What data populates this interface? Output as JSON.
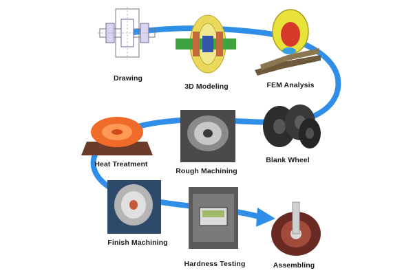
{
  "process": {
    "steps": [
      {
        "label": "Drawing"
      },
      {
        "label": "3D Modeling"
      },
      {
        "label": "FEM Analysis"
      },
      {
        "label": "Blank Wheel"
      },
      {
        "label": "Rough Machining"
      },
      {
        "label": "Heat Treatment"
      },
      {
        "label": "Finish Machining"
      },
      {
        "label": "Hardness Testing"
      },
      {
        "label": "Assembling"
      }
    ]
  },
  "colors": {
    "flow_path": "#2f8ee8",
    "label_text": "#1b1b1b",
    "heat_glow": "#f06a2a",
    "fem_yellow": "#e9e23a",
    "model_green": "#3fa33f",
    "metal_dark": "#3a3a3a"
  }
}
